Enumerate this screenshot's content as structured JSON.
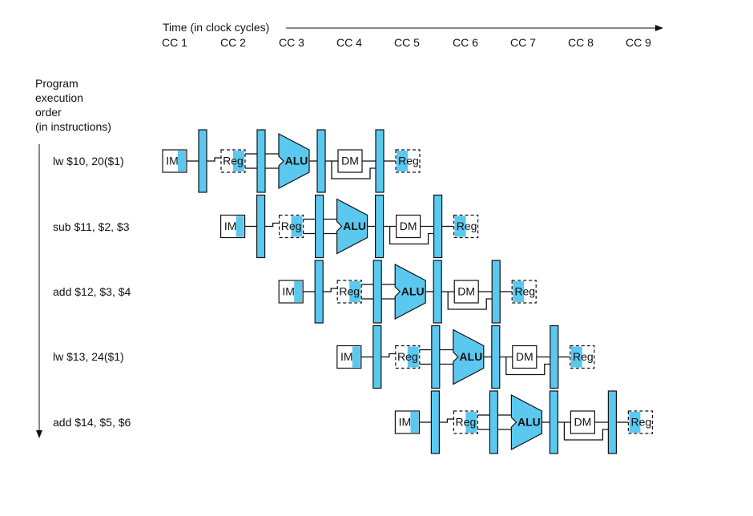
{
  "time_axis": {
    "label": "Time (in clock cycles)",
    "cycles": [
      "CC 1",
      "CC 2",
      "CC 3",
      "CC 4",
      "CC 5",
      "CC 6",
      "CC 7",
      "CC 8",
      "CC 9"
    ]
  },
  "order_axis": {
    "label_lines": [
      "Program",
      "execution",
      "order",
      "(in instructions)"
    ]
  },
  "instructions": [
    "lw $10, 20($1)",
    "sub $11, $2, $3",
    "add $12, $3, $4",
    "lw $13, 24($1)",
    "add $14, $5, $6"
  ],
  "stages": {
    "im": "IM",
    "reg": "Reg",
    "alu": "ALU",
    "dm": "DM"
  },
  "colors": {
    "stage_fill": "#5bc8ef",
    "stroke": "#111111"
  }
}
